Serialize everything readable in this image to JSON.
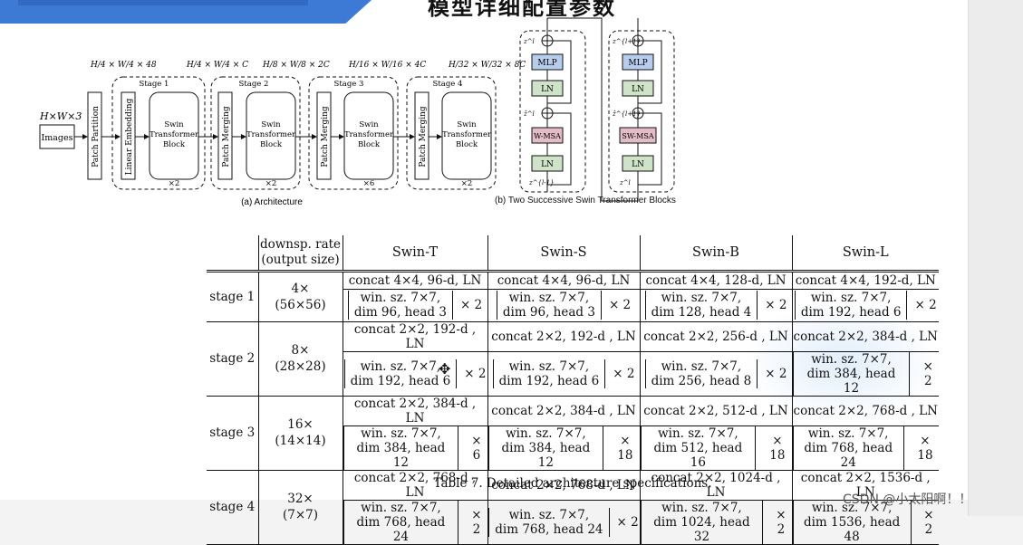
{
  "slide": {
    "title": "模型详细配置参数"
  },
  "architecture": {
    "caption": "(a) Architecture",
    "input_label": "H×W×3",
    "images_label": "Images",
    "patch_partition": "Patch Partition",
    "linear_embedding": "Linear Embedding",
    "patch_merging": "Patch Merging",
    "block_label": [
      "Swin",
      "Transformer",
      "Block"
    ],
    "stages": [
      {
        "name": "Stage 1",
        "dims_top": "H/4 × W/4 × 48",
        "dims": "H/4 × W/4 × C",
        "repeat": "×2"
      },
      {
        "name": "Stage 2",
        "dims": "H/8 × W/8 × 2C",
        "repeat": "×2"
      },
      {
        "name": "Stage 3",
        "dims": "H/16 × W/16 × 4C",
        "repeat": "×6"
      },
      {
        "name": "Stage 4",
        "dims": "H/32 × W/32 × 8C",
        "repeat": "×2"
      }
    ]
  },
  "blocks": {
    "caption": "(b) Two Successive Swin Transformer Blocks",
    "left": {
      "mlp": "MLP",
      "ln": "LN",
      "msa": "W-MSA",
      "ln2": "LN",
      "z_out": "z^l",
      "z_mid": "ẑ^l",
      "z_in": "z^{l-1}"
    },
    "right": {
      "mlp": "MLP",
      "ln": "LN",
      "msa": "SW-MSA",
      "ln2": "LN",
      "z_out": "z^{l+1}",
      "z_mid": "ẑ^{l+1}",
      "z_in": "z^l"
    }
  },
  "spec_table": {
    "header": {
      "rate_line1": "downsp. rate",
      "rate_line2": "(output size)",
      "models": [
        "Swin-T",
        "Swin-S",
        "Swin-B",
        "Swin-L"
      ]
    },
    "rows": [
      {
        "stage": "stage 1",
        "rate": "4×",
        "size": "(56×56)",
        "cells": [
          {
            "concat": "concat 4×4, 96-d, LN",
            "win": "win. sz. 7×7,",
            "dim": "dim 96, head 3",
            "mult": "× 2"
          },
          {
            "concat": "concat 4×4, 96-d, LN",
            "win": "win. sz. 7×7,",
            "dim": "dim 96, head 3",
            "mult": "× 2"
          },
          {
            "concat": "concat 4×4, 128-d, LN",
            "win": "win. sz. 7×7,",
            "dim": "dim 128, head 4",
            "mult": "× 2"
          },
          {
            "concat": "concat 4×4, 192-d, LN",
            "win": "win. sz. 7×7,",
            "dim": "dim 192, head 6",
            "mult": "× 2"
          }
        ]
      },
      {
        "stage": "stage 2",
        "rate": "8×",
        "size": "(28×28)",
        "cells": [
          {
            "concat": "concat 2×2, 192-d , LN",
            "win": "win. sz. 7×7,",
            "dim": "dim 192, head 6",
            "mult": "× 2"
          },
          {
            "concat": "concat 2×2, 192-d , LN",
            "win": "win. sz. 7×7,",
            "dim": "dim 192, head 6",
            "mult": "× 2"
          },
          {
            "concat": "concat 2×2, 256-d , LN",
            "win": "win. sz. 7×7,",
            "dim": "dim 256, head 8",
            "mult": "× 2"
          },
          {
            "concat": "concat 2×2, 384-d , LN",
            "win": "win. sz. 7×7,",
            "dim": "dim 384, head 12",
            "mult": "× 2"
          }
        ]
      },
      {
        "stage": "stage 3",
        "rate": "16×",
        "size": "(14×14)",
        "cells": [
          {
            "concat": "concat 2×2, 384-d , LN",
            "win": "win. sz. 7×7,",
            "dim": "dim 384, head 12",
            "mult": "× 6"
          },
          {
            "concat": "concat 2×2, 384-d , LN",
            "win": "win. sz. 7×7,",
            "dim": "dim 384, head 12",
            "mult": "× 18"
          },
          {
            "concat": "concat 2×2, 512-d , LN",
            "win": "win. sz. 7×7,",
            "dim": "dim 512, head 16",
            "mult": "× 18"
          },
          {
            "concat": "concat 2×2, 768-d , LN",
            "win": "win. sz. 7×7,",
            "dim": "dim 768, head 24",
            "mult": "× 18"
          }
        ]
      },
      {
        "stage": "stage 4",
        "rate": "32×",
        "size": "(7×7)",
        "cells": [
          {
            "concat": "concat 2×2, 768-d , LN",
            "win": "win. sz. 7×7,",
            "dim": "dim 768, head 24",
            "mult": "× 2"
          },
          {
            "concat": "concat 2×2, 768-d , LN",
            "win": "win. sz. 7×7,",
            "dim": "dim 768, head 24",
            "mult": "× 2"
          },
          {
            "concat": "concat 2×2, 1024-d , LN",
            "win": "win. sz. 7×7,",
            "dim": "dim 1024, head 32",
            "mult": "× 2"
          },
          {
            "concat": "concat 2×2, 1536-d , LN",
            "win": "win. sz. 7×7,",
            "dim": "dim 1536, head 48",
            "mult": "× 2"
          }
        ]
      }
    ],
    "caption": "Table 7. Detailed architecture specifications."
  },
  "watermark": "CSDN @小太阳啊！！",
  "colors": {
    "banner": "#3d7ad6",
    "mlp": "#b8cdee",
    "ln": "#cfe3c8",
    "msa": "#e3bcc8"
  }
}
